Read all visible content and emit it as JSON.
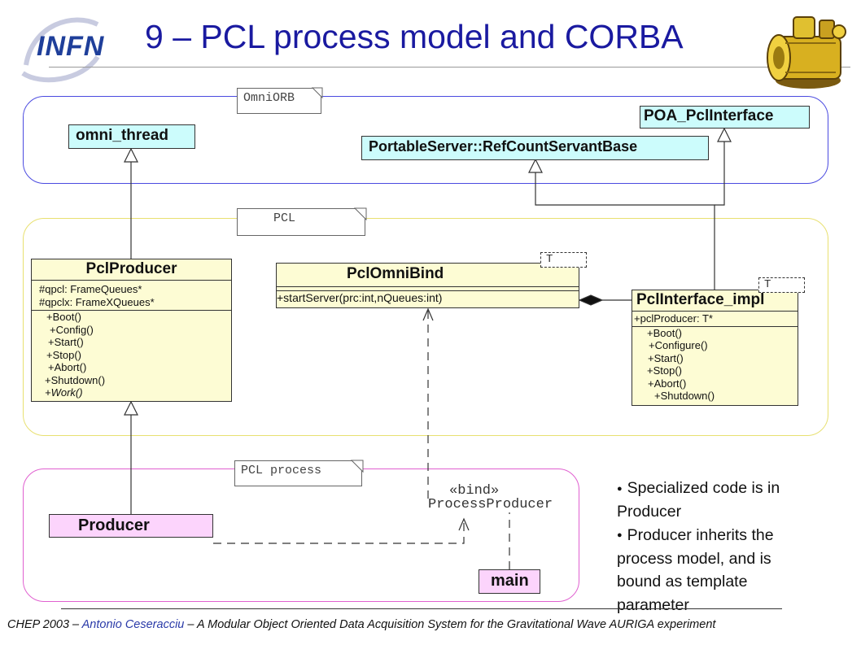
{
  "slide": {
    "title": "9 – PCL process model and CORBA",
    "logo_text": "INFN"
  },
  "packages": {
    "omniorb_label": "OmniORB",
    "pcl_label": "PCL",
    "process_label": "PCL process"
  },
  "classes": {
    "omni_thread": "omni_thread",
    "poa": "POA_PclInterface",
    "refcount": "PortableServer::RefCountServantBase",
    "pcl_producer": {
      "name": "PclProducer",
      "attributes": [
        "#qpcl: FrameQueues*",
        "#qpclx: FrameXQueues*"
      ],
      "operations": [
        "+Boot()",
        "+Config()",
        "+Start()",
        "+Stop()",
        "+Abort()",
        "+Shutdown()",
        "+Work()"
      ]
    },
    "pcl_omni_bind": {
      "name": "PclOmniBind",
      "template": "T",
      "operations": [
        "+startServer(prc:int,nQueues:int)"
      ]
    },
    "pcl_interface_impl": {
      "name": "PclInterface_impl",
      "template": "T",
      "attributes": [
        "+pclProducer: T*"
      ],
      "operations": [
        "+Boot()",
        "+Configure()",
        "+Start()",
        "+Stop()",
        "+Abort()",
        "+Shutdown()"
      ]
    },
    "producer": "Producer",
    "main": "main",
    "bind_stereotype": "«bind»",
    "process_producer": "ProcessProducer"
  },
  "bullets": [
    "Specialized code is in Producer",
    "Producer inherits the process model, and is bound as template parameter"
  ],
  "footer": {
    "part1": "CHEP 2003 – ",
    "author": "Antonio Ceseracciu",
    "part2": " – A Modular Object Oriented Data Acquisition System for the Gravitational Wave AURIGA experiment"
  },
  "colors": {
    "title": "#1a1aa0",
    "omniorb_border": "#4a4ae0",
    "pcl_border": "#e8e070",
    "process_border": "#e060d0",
    "class_cyan": "#ccfcfc",
    "class_yellow": "#fdfcd4",
    "class_pink": "#fcd4fc"
  },
  "icons": [
    "infn-logo-icon",
    "auriga-detector-icon"
  ]
}
